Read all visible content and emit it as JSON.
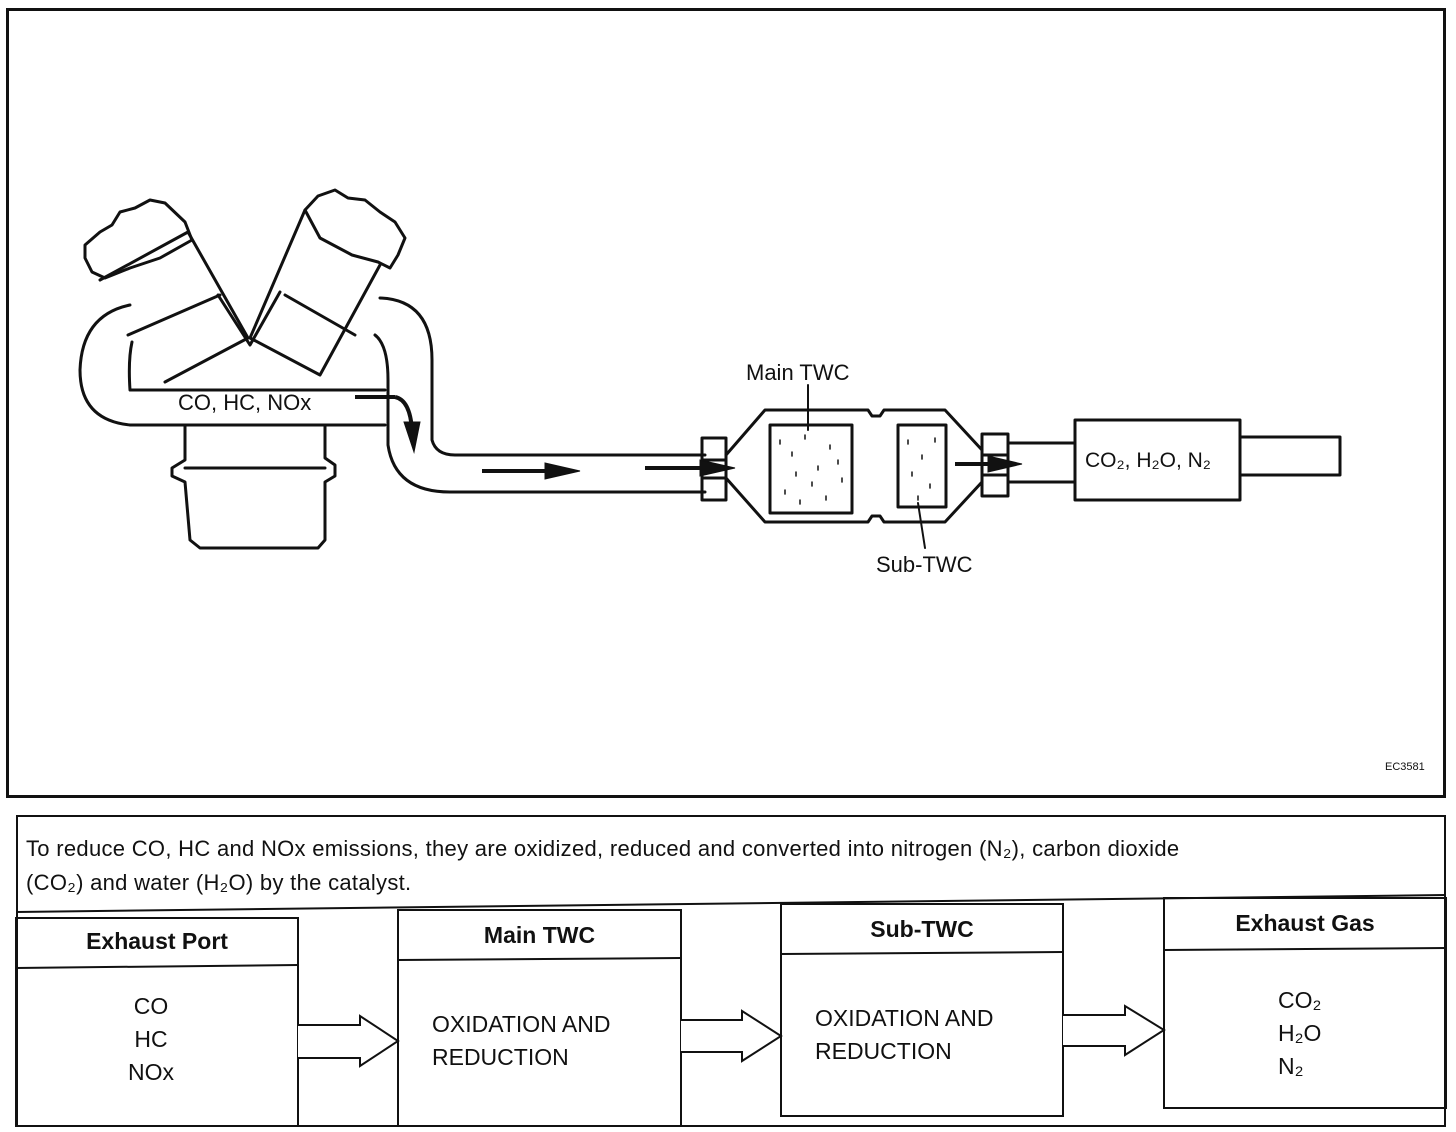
{
  "diagram": {
    "labels": {
      "engine_gas": "CO, HC, NOx",
      "main_twc": "Main TWC",
      "sub_twc": "Sub-TWC",
      "output_gas": "CO₂, H₂O, N₂",
      "figure_code": "EC3581"
    }
  },
  "caption": {
    "line1": "To reduce CO, HC and NOx emissions, they are oxidized, reduced and converted into nitrogen (N₂), carbon dioxide",
    "line2": "(CO₂) and water (H₂O) by the catalyst."
  },
  "flow": {
    "stages": [
      {
        "header": "Exhaust Port",
        "lines": [
          "CO",
          "HC",
          "NOx"
        ]
      },
      {
        "header": "Main TWC",
        "lines": [
          "OXIDATION AND",
          "REDUCTION"
        ]
      },
      {
        "header": "Sub-TWC",
        "lines": [
          "OXIDATION AND",
          "REDUCTION"
        ]
      },
      {
        "header": "Exhaust Gas",
        "lines": [
          "CO₂",
          "H₂O",
          "N₂"
        ]
      }
    ]
  }
}
